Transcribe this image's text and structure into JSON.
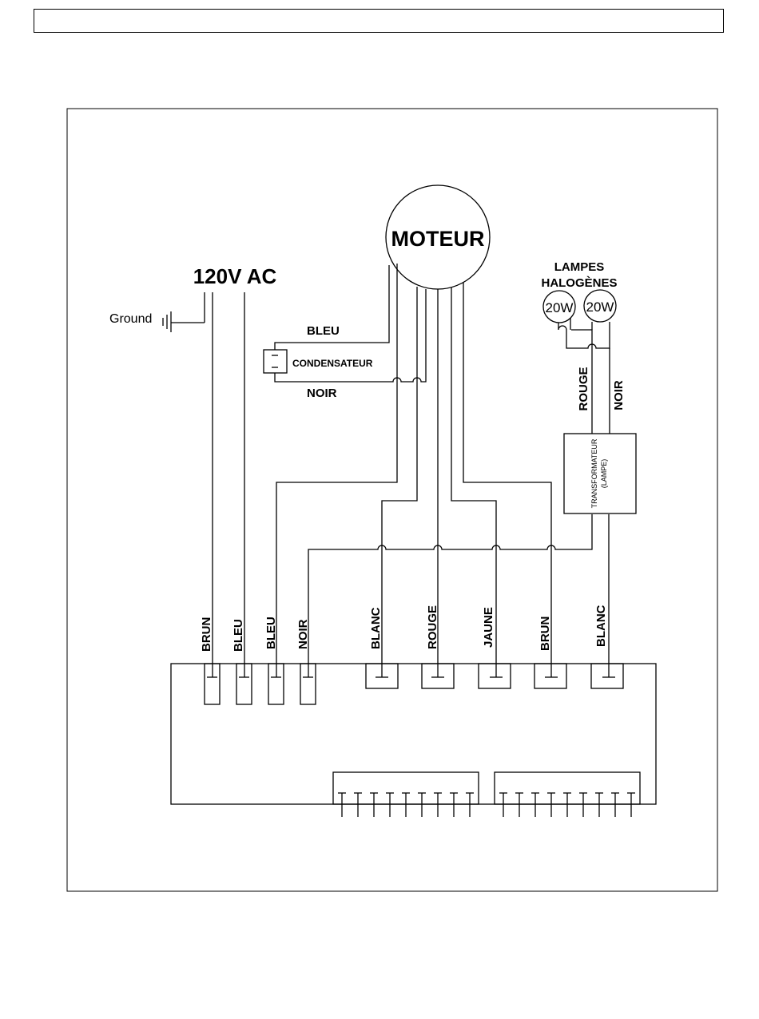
{
  "diagram": {
    "motor_label": "MOTEUR",
    "supply_label": "120V AC",
    "ground_label": "Ground",
    "capacitor_label": "CONDENSATEUR",
    "capacitor_wire_top": "BLEU",
    "capacitor_wire_bottom": "NOIR",
    "lamps_label_line1": "LAMPES",
    "lamps_label_line2": "HALOGÈNES",
    "lamp1_label": "20W",
    "lamp2_label": "20W",
    "lamp_wire_left": "ROUGE",
    "lamp_wire_right": "NOIR",
    "transformer_label_line1": "TRANSFORMATEUR",
    "transformer_label_line2": "(LAMPE)",
    "terminal_labels": [
      "BRUN",
      "BLEU",
      "BLEU",
      "NOIR",
      "BLANC",
      "ROUGE",
      "JAUNE",
      "BRUN",
      "BLANC"
    ]
  }
}
